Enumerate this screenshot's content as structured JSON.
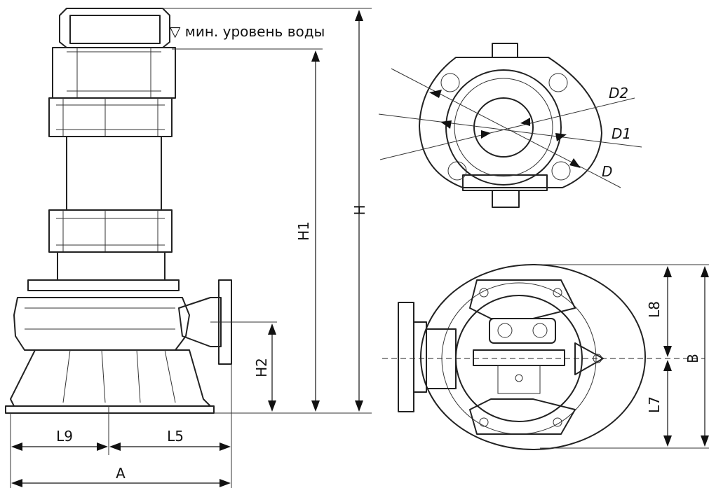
{
  "annotation": {
    "water_level": "▽ мин. уровень воды"
  },
  "side_view": {
    "dimensions": {
      "H": "H",
      "H1": "H1",
      "H2": "H2",
      "L9": "L9",
      "L5": "L5",
      "A": "A"
    }
  },
  "top_view": {
    "dimensions": {
      "D": "D",
      "D1": "D1",
      "D2": "D2"
    }
  },
  "bottom_view": {
    "dimensions": {
      "L8": "L8",
      "L7": "L7",
      "B": "B"
    }
  }
}
